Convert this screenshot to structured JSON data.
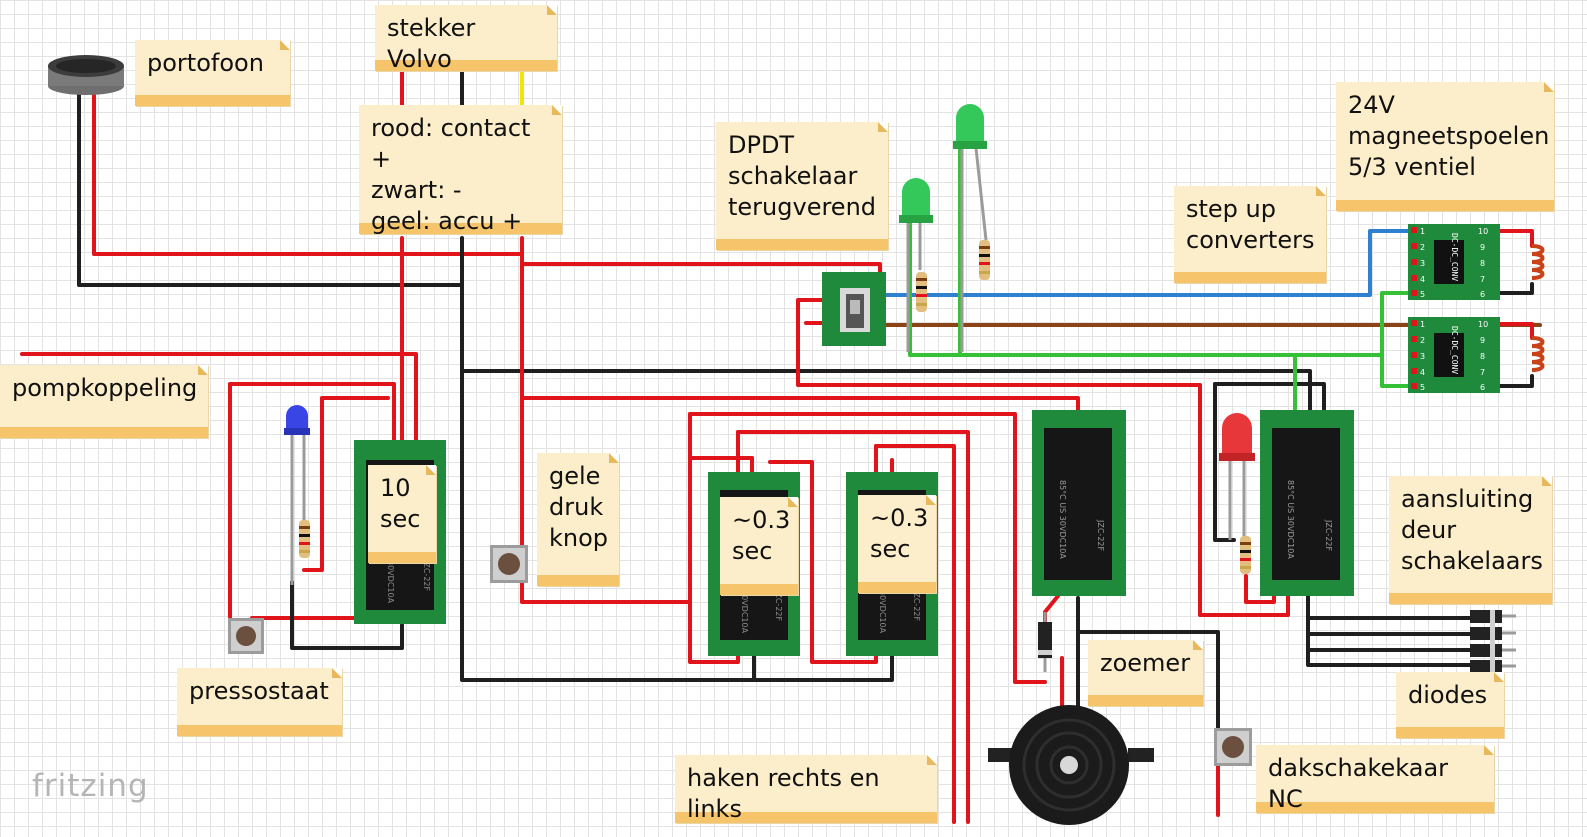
{
  "labels": {
    "stekker": "stekker Volvo",
    "portofoon": "portofoon",
    "kleuren": "rood: contact +\nzwart: -\ngeel: accu +",
    "dpdt": "DPDT\nschakelaar\nterugverend",
    "magneet": "24V\nmagneetspoelen\n5/3 ventiel",
    "stepup": "step up\nconverters",
    "pomp": "pompkoppeling",
    "timer10": "10\nsec",
    "timer03a": "~0.3\nsec",
    "timer03b": "~0.3\nsec",
    "gele": "gele\ndruk\nknop",
    "pressostaat": "pressostaat",
    "zoemer": "zoemer",
    "deur": "aansluiting\ndeur\nschakelaars",
    "diodes": "diodes",
    "dak": "dakschakekaar NC",
    "haken": "haken rechts en links"
  },
  "components": {
    "converter_text": "DC-DC_CONV",
    "converter_pins_left": [
      "1",
      "2",
      "3",
      "4",
      "5"
    ],
    "converter_pins_right": [
      "10",
      "9",
      "8",
      "7",
      "6"
    ],
    "relay_model": "JZC-22F",
    "relay_rating": "30VDC10A 220/250VAC10A",
    "relay_coil": "85°C"
  },
  "brand": "fritzing",
  "colors": {
    "wire_red": "#e0141a",
    "wire_black": "#1f1f1f",
    "wire_yellow": "#f0e60c",
    "wire_blue": "#2f80d0",
    "wire_brown": "#8a4417",
    "wire_green": "#35c135",
    "pcb_green": "#1f8a3c",
    "note_fill": "#fdeecb",
    "note_band": "#f5c46b"
  }
}
